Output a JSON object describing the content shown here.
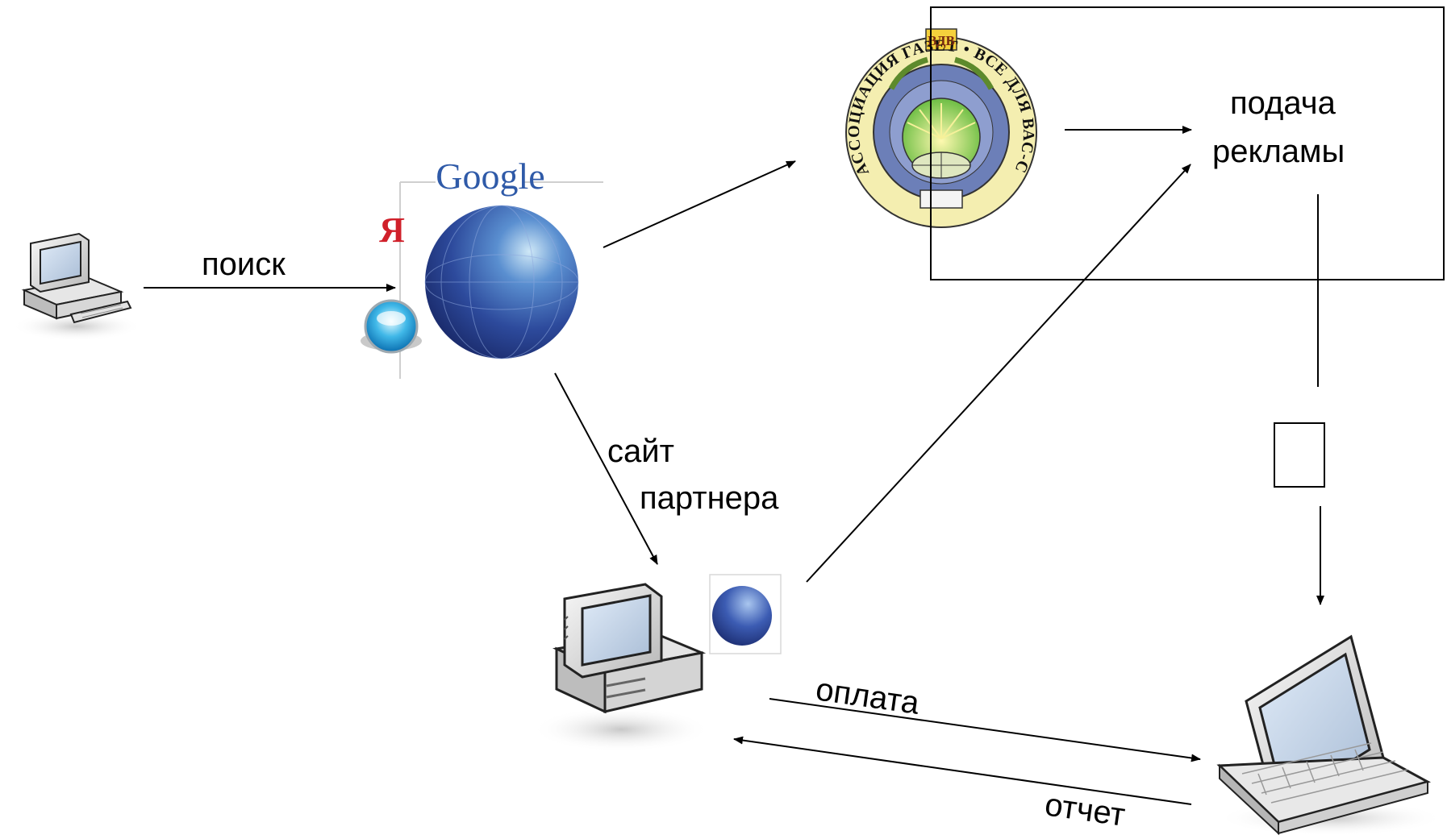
{
  "labels": {
    "search": "поиск",
    "partner_site_1": "сайт",
    "partner_site_2": "партнера",
    "ad_submission_1": "подача",
    "ad_submission_2": "рекламы",
    "payment": "оплата",
    "report": "отчет"
  },
  "search_engine": {
    "google_logo": "Google",
    "yandex_logo": "Я"
  },
  "seal": {
    "ring_text": "АССОЦИАЦИЯ ГАЗЕТ • ВСЕ ДЛЯ ВАС-СОЮЗ •",
    "emblem": "ВДВ"
  },
  "icons": [
    "desktop-computer-icon",
    "globe-icon",
    "google-logo",
    "yandex-logo",
    "rambler-logo",
    "association-seal",
    "laptop-icon",
    "document-icon"
  ],
  "colors": {
    "globe": "#2a3f8f",
    "seal_bg": "#f4eeb0",
    "line": "#000000"
  }
}
